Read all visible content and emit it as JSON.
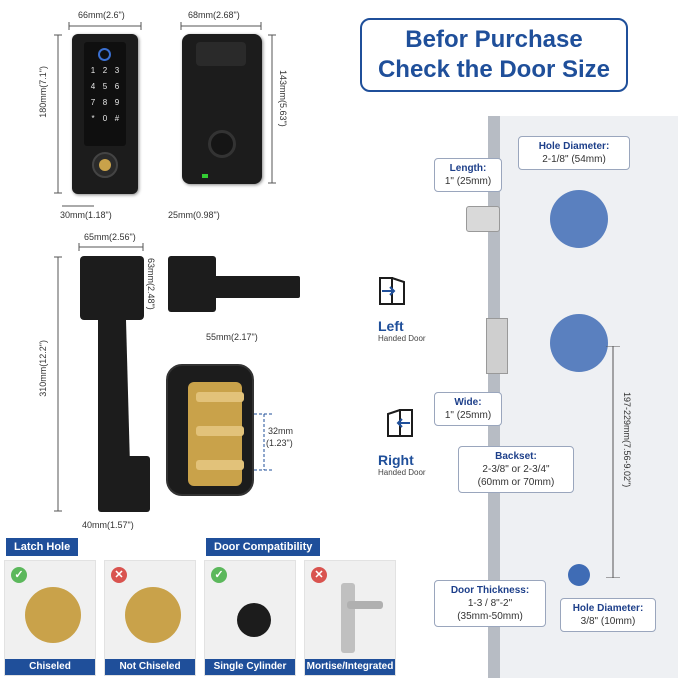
{
  "dimensions": {
    "front_width": "66mm(2.6\")",
    "front_height": "180mm(7.1\")",
    "front_thickness": "30mm(1.18\")",
    "back_width": "68mm(2.68\")",
    "back_height": "143mm(5.63\")",
    "back_thickness": "25mm(0.98\")",
    "handle_width": "65mm(2.56\")",
    "handle_height": "310mm(12.2\")",
    "handle_base": "40mm(1.57\")",
    "lever_height": "63mm(2.48\")",
    "lever_length": "55mm(2.17\")",
    "screw_spacing_mm": "32mm",
    "screw_spacing_in": "(1.23\")"
  },
  "keypad": [
    "1",
    "2",
    "3",
    "4",
    "5",
    "6",
    "7",
    "8",
    "9",
    "*",
    "0",
    "#"
  ],
  "heading": {
    "line1": "Befor Purchase",
    "line2": "Check the Door Size"
  },
  "door_labels": {
    "length": {
      "title": "Length:",
      "value": "1\" (25mm)"
    },
    "hole_diameter_top": {
      "title": "Hole Diameter:",
      "value": "2-1/8\" (54mm)"
    },
    "wide": {
      "title": "Wide:",
      "value": "1\" (25mm)"
    },
    "backset": {
      "title": "Backset:",
      "value1": "2-3/8\" or 2-3/4\"",
      "value2": "(60mm or 70mm)"
    },
    "door_thickness": {
      "title": "Door Thickness:",
      "value1": "1-3 / 8\"-2\"",
      "value2": "(35mm-50mm)"
    },
    "hole_diameter_bottom": {
      "title": "Hole Diameter:",
      "value": "3/8\" (10mm)"
    },
    "vertical_span": "197-229mm(7.56-9.02\")"
  },
  "handed": {
    "left": {
      "title": "Left",
      "sub": "Handed Door"
    },
    "right": {
      "title": "Right",
      "sub": "Handed Door"
    }
  },
  "compat": {
    "latch_tag": "Latch Hole",
    "door_tag": "Door Compatibility",
    "items": [
      {
        "caption": "Chiseled",
        "status": "check"
      },
      {
        "caption": "Not Chiseled",
        "status": "cross"
      },
      {
        "caption": "Single Cylinder",
        "status": "check"
      },
      {
        "caption": "Mortise/Integrated",
        "status": "cross"
      }
    ]
  },
  "colors": {
    "accent": "#1f4f9a",
    "check": "#5cb85c",
    "cross": "#d9534f",
    "lock": "#1c1c1c",
    "brass": "#c9a24a"
  }
}
